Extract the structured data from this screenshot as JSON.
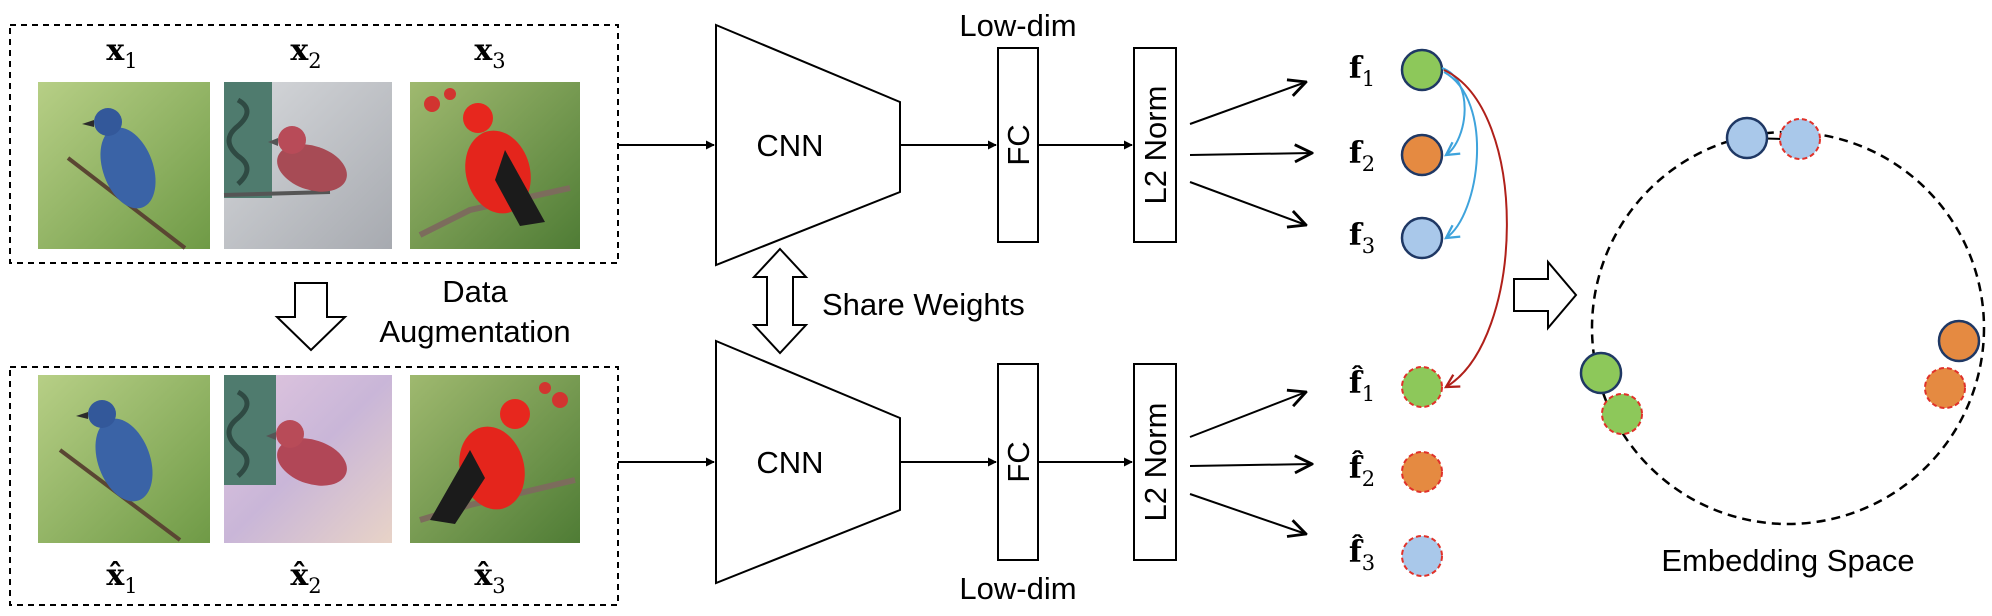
{
  "inputs_top": {
    "x1": {
      "base": "x",
      "sub": "1"
    },
    "x2": {
      "base": "x",
      "sub": "2"
    },
    "x3": {
      "base": "x",
      "sub": "3"
    }
  },
  "inputs_bottom": {
    "x1": {
      "base": "x̂",
      "sub": "1"
    },
    "x2": {
      "base": "x̂",
      "sub": "2"
    },
    "x3": {
      "base": "x̂",
      "sub": "3"
    }
  },
  "augmentation": {
    "line1": "Data",
    "line2": "Augmentation"
  },
  "share_weights": "Share Weights",
  "cnn_label": "CNN",
  "fc_label": "FC",
  "norm_label": "L2 Norm",
  "lowdim_label": "Low-dim",
  "features_top": {
    "f1": {
      "base": "f",
      "sub": "1"
    },
    "f2": {
      "base": "f",
      "sub": "2"
    },
    "f3": {
      "base": "f",
      "sub": "3"
    }
  },
  "features_bottom": {
    "f1": {
      "base": "f̂",
      "sub": "1"
    },
    "f2": {
      "base": "f̂",
      "sub": "2"
    },
    "f3": {
      "base": "f̂",
      "sub": "3"
    }
  },
  "embedding_label": "Embedding Space",
  "colors": {
    "green": "#8dc85a",
    "orange": "#e58a41",
    "blue": "#a9c8ea",
    "node_stroke": "#1f3864",
    "aug_stroke": "#e0322a",
    "arrow_blue": "#3ea3dc",
    "arrow_red": "#b0201a"
  },
  "icons": {
    "down_arrow": "hollow-down-arrow",
    "double_arrow": "hollow-double-arrow",
    "right_arrow": "hollow-right-arrow"
  }
}
